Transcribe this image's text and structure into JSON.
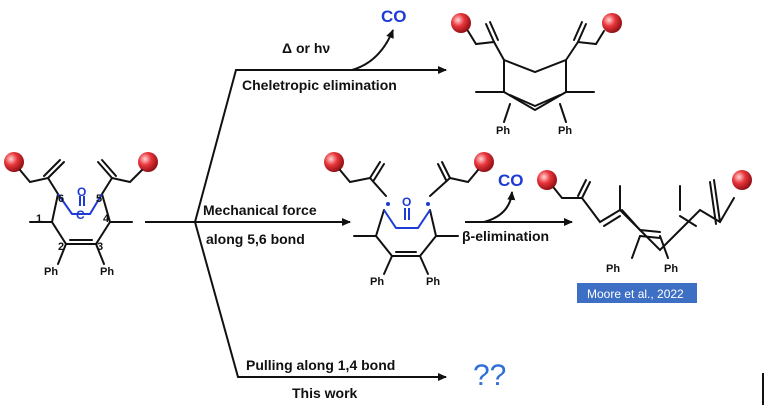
{
  "reactions": {
    "top": {
      "conditions": "Δ or hν",
      "name": "Cheletropic elimination",
      "byproduct": "CO"
    },
    "middle": {
      "conditions": "Mechanical force",
      "detail": "along 5,6 bond",
      "step2": "β-elimination",
      "byproduct": "CO"
    },
    "bottom": {
      "conditions": "Pulling along 1,4 bond",
      "detail": "This work",
      "product": "??"
    }
  },
  "molecule": {
    "substituent": "Ph",
    "carbonyl_o": "O",
    "carbonyl_c": "C",
    "locants": [
      "1",
      "2",
      "3",
      "4",
      "5",
      "6"
    ]
  },
  "citation": "Moore et al., 2022",
  "colors": {
    "accent_blue": "#1f3bd6",
    "sphere_red": "#e8353a",
    "citation_bg": "#3d6fc4"
  }
}
